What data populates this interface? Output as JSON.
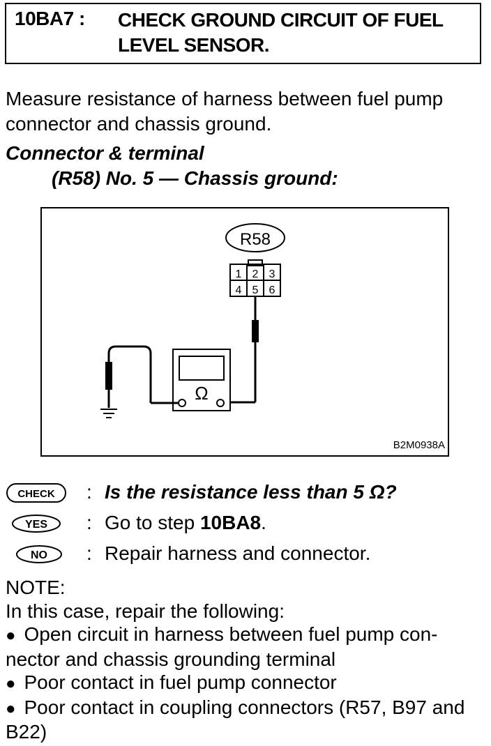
{
  "header": {
    "step_id": "10BA7 :",
    "title": "CHECK GROUND CIRCUIT OF FUEL LEVEL SENSOR."
  },
  "instruction": "Measure resistance of harness between fuel pump connector and chassis ground.",
  "connector": {
    "heading": "Connector & terminal",
    "spec": "(R58) No. 5 — Chassis ground:"
  },
  "diagram": {
    "connector_label": "R58",
    "terminals": [
      "1",
      "2",
      "3",
      "4",
      "5",
      "6"
    ],
    "meter_symbol": "Ω",
    "figure_code": "B2M0938A"
  },
  "checks": [
    {
      "badge": "CHECK",
      "colon": ":",
      "text": "Is the resistance less than 5 Ω?"
    },
    {
      "badge": "YES",
      "colon": ":",
      "text_prefix": "Go to step ",
      "text_bold": "10BA8",
      "text_suffix": "."
    },
    {
      "badge": "NO",
      "colon": ":",
      "text": "Repair harness and connector."
    }
  ],
  "note": {
    "label": "NOTE:",
    "intro": "In this case, repair the following:",
    "items": [
      "Open circuit in harness between fuel pump con-nector and chassis grounding terminal",
      "Poor contact in fuel pump connector",
      "Poor contact in coupling connectors (R57, B97 and B22)"
    ],
    "bullet": "●"
  }
}
